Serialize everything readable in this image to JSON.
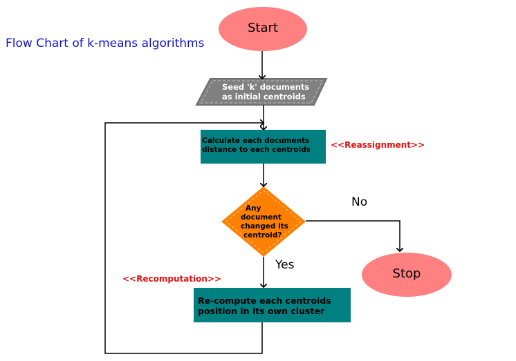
{
  "title": "Flow Chart of k-means algorithms",
  "colors": {
    "terminal": "#ff8080",
    "process": "#008080",
    "input": "#808080",
    "decision": "#ff8000",
    "tag": "#e01010",
    "title": "#1010d0"
  },
  "nodes": {
    "start": {
      "label": "Start"
    },
    "seed": {
      "line1": "Seed 'k' documents",
      "line2": "as initial centroids"
    },
    "calc": {
      "line1": "Calculate each documents",
      "line2": "distance to each centroids"
    },
    "decision": {
      "line1": "Any",
      "line2": "document",
      "line3": "changed its",
      "line4": "centroid?"
    },
    "recompute": {
      "line1": "Re-compute each centroids",
      "line2": "position in its own cluster"
    },
    "stop": {
      "label": "Stop"
    }
  },
  "edge_labels": {
    "no": "No",
    "yes": "Yes"
  },
  "annotations": {
    "reassignment": "<<Reassignment>>",
    "recomputation": "<<Recomputation>>"
  }
}
